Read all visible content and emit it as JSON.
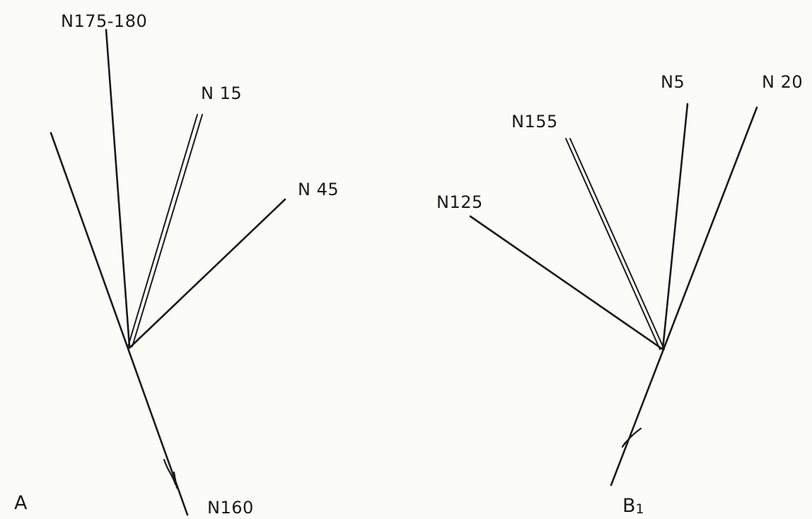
{
  "diagram_a": {
    "panel_label": "A",
    "labels": {
      "n175_180": "N175-180",
      "n15": "N 15",
      "n45": "N 45",
      "n160": "N160"
    }
  },
  "diagram_b": {
    "panel_label": "B",
    "panel_subscript": "1",
    "labels": {
      "n5": "N5",
      "n20": "N 20",
      "n155": "N155",
      "n125": "N125"
    }
  },
  "colors": {
    "ink": "#1a1a1a",
    "paper": "#fbfbf8"
  }
}
